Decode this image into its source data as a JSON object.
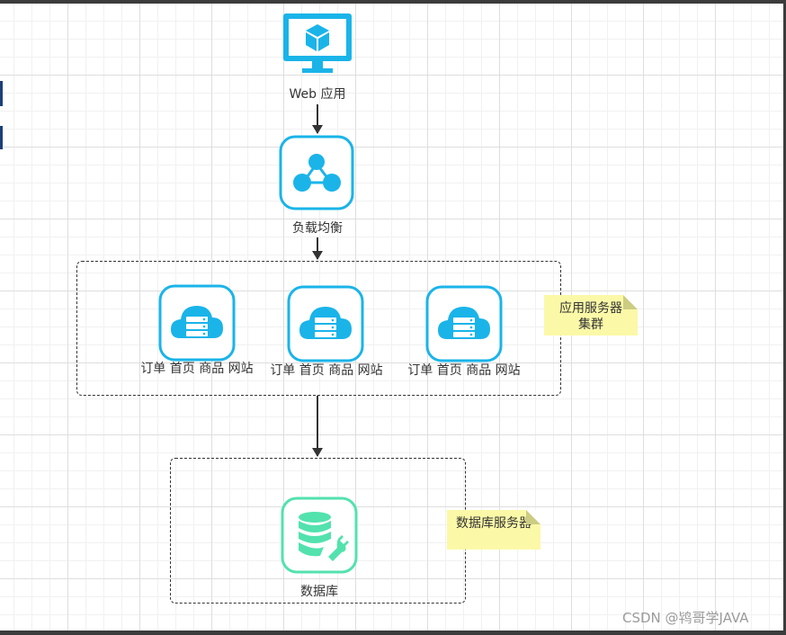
{
  "nodes": {
    "web_app": {
      "label": "Web 应用",
      "icon": "monitor-cube-icon"
    },
    "load_balancer": {
      "label": "负载均衡",
      "icon": "share-network-icon"
    },
    "app_servers": [
      {
        "label": "订单 首页 商品 网站",
        "icon": "cloud-server-icon"
      },
      {
        "label": "订单 首页 商品 网站",
        "icon": "cloud-server-icon"
      },
      {
        "label": "订单 首页 商品 网站",
        "icon": "cloud-server-icon"
      }
    ],
    "database": {
      "label": "数据库",
      "icon": "database-wrench-icon"
    }
  },
  "notes": {
    "app_cluster": "应用服务器集群",
    "db_server": "数据库服务器"
  },
  "watermark": "CSDN @鸨哥学JAVA",
  "colors": {
    "blue": "#1ab4e9",
    "green": "#52e2ae",
    "note_bg": "#fbf9a7",
    "line": "#333333"
  }
}
